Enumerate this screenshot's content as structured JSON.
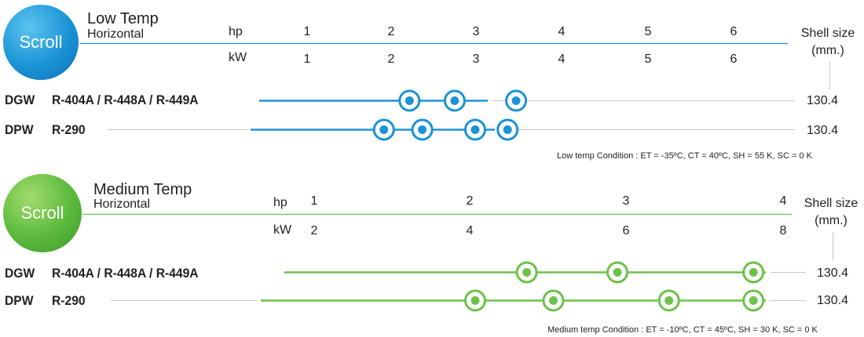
{
  "colors": {
    "blue": "#1b93d6",
    "green": "#6cc24a",
    "grey": "#c8c8c8"
  },
  "sections": [
    {
      "id": "low",
      "badge": "Scroll",
      "title": "Low Temp",
      "subtitle": "Horizontal",
      "hp_label": "hp",
      "kw_label": "kW",
      "hp_ticks": [
        "1",
        "2",
        "3",
        "4",
        "5",
        "6"
      ],
      "kw_ticks": [
        "1",
        "2",
        "3",
        "4",
        "5",
        "6"
      ],
      "shell_label_1": "Shell size",
      "shell_label_2": "(mm.)",
      "rows": [
        {
          "model": "DGW",
          "refrigerant": "R-404A / R-448A / R-449A",
          "shell_size": "130.4",
          "points_hp": [
            2.2,
            2.73,
            3.45
          ]
        },
        {
          "model": "DPW",
          "refrigerant": "R-290",
          "shell_size": "130.4",
          "points_hp": [
            1.9,
            2.35,
            2.97,
            3.35
          ]
        }
      ],
      "condition": "Low temp Condition : ET = -35ºC, CT = 40ºC, SH = 55 K, SC = 0 K"
    },
    {
      "id": "medium",
      "badge": "Scroll",
      "title": "Medium Temp",
      "subtitle": "Horizontal",
      "hp_label": "hp",
      "kw_label": "kW",
      "hp_ticks": [
        "1",
        "2",
        "3",
        "4"
      ],
      "kw_ticks": [
        "2",
        "4",
        "6",
        "8"
      ],
      "shell_label_1": "Shell size",
      "shell_label_2": "(mm.)",
      "rows": [
        {
          "model": "DGW",
          "refrigerant": "R-404A / R-448A / R-449A",
          "shell_size": "130.4",
          "points_hp": [
            2.36,
            2.94,
            3.81
          ]
        },
        {
          "model": "DPW",
          "refrigerant": "R-290",
          "shell_size": "130.4",
          "points_hp": [
            2.03,
            2.53,
            3.27,
            3.81
          ]
        }
      ],
      "condition": "Medium temp Condition : ET = -10ºC, CT = 45ºC, SH = 30 K, SC = 0 K"
    }
  ]
}
